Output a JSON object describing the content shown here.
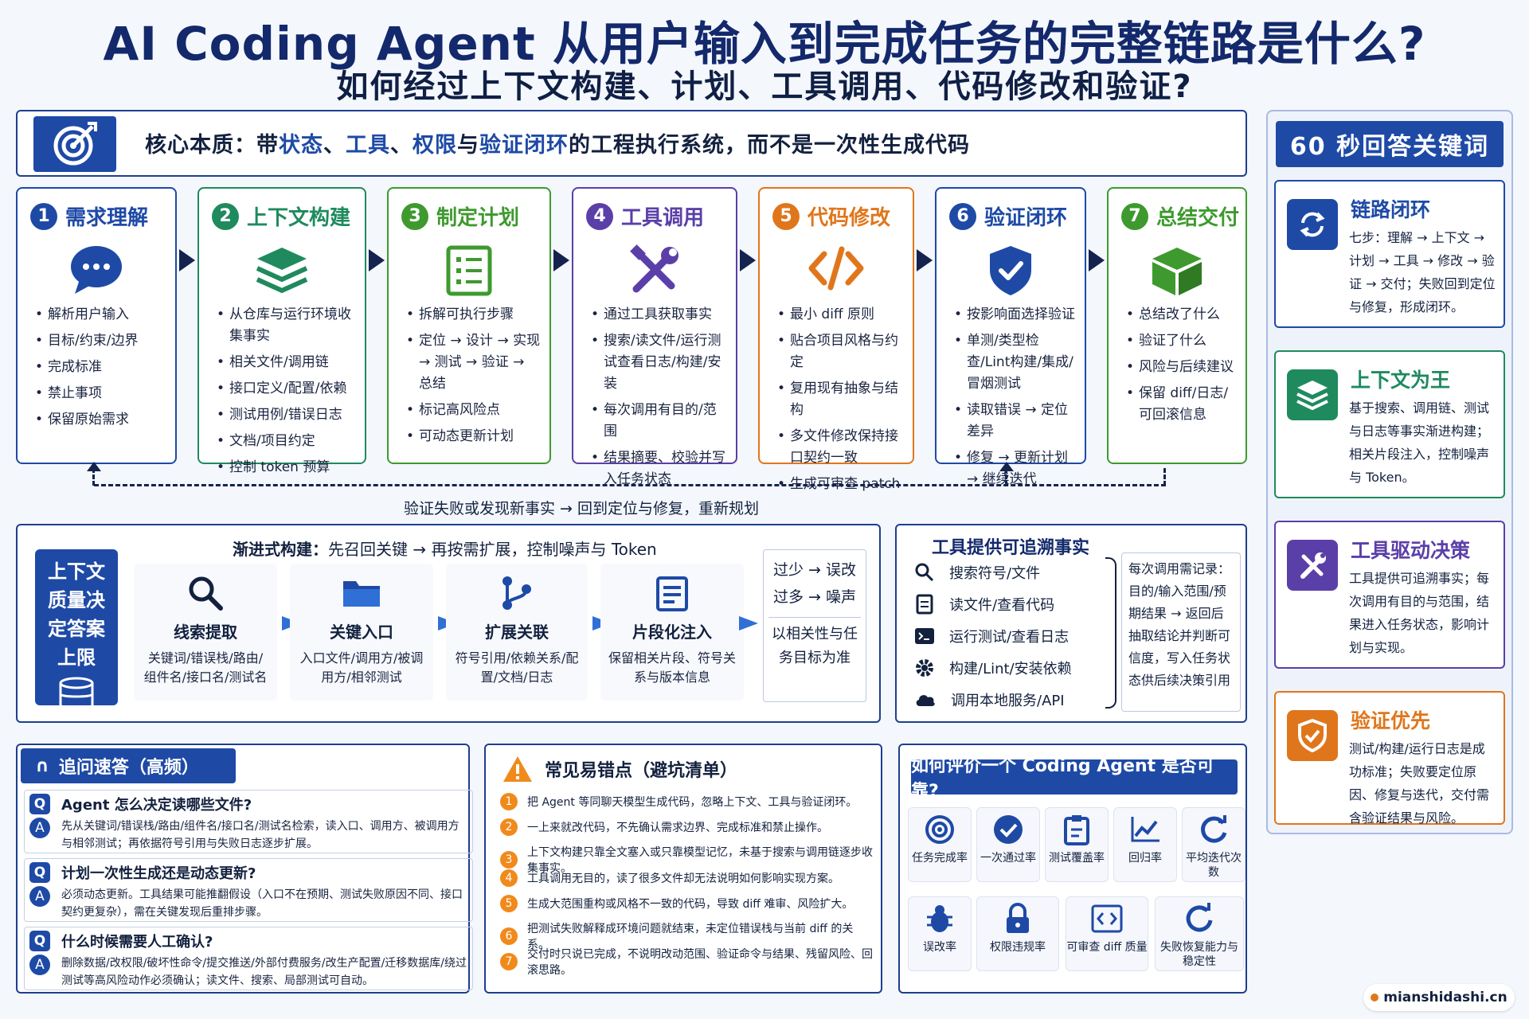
{
  "title": "AI Coding Agent 从用户输入到完成任务的完整链路是什么?",
  "subtitle": "如何经过上下文构建、计划、工具调用、代码修改和验证?",
  "core": {
    "prefix": "核心本质：带",
    "k1": "状态",
    "sep1": "、",
    "k2": "工具",
    "sep2": "、",
    "k3": "权限",
    "mid": "与",
    "k4": "验证闭环",
    "suffix": "的工程执行系统，而不是一次性生成代码"
  },
  "steps": [
    {
      "num": "1",
      "title": "需求理解",
      "color": "#1e4aa6",
      "items": [
        "解析用户输入",
        "目标/约束/边界",
        "完成标准",
        "禁止事项",
        "保留原始需求"
      ]
    },
    {
      "num": "2",
      "title": "上下文构建",
      "color": "#1f8a5e",
      "items": [
        "从仓库与运行环境收集事实",
        "相关文件/调用链",
        "接口定义/配置/依赖",
        "测试用例/错误日志",
        "文档/项目约定",
        "控制 token 预算"
      ]
    },
    {
      "num": "3",
      "title": "制定计划",
      "color": "#3e9a2e",
      "items": [
        "拆解可执行步骤",
        "定位 → 设计 → 实现 → 测试 → 验证 → 总结",
        "标记高风险点",
        "可动态更新计划"
      ]
    },
    {
      "num": "4",
      "title": "工具调用",
      "color": "#5b3fa8",
      "items": [
        "通过工具获取事实",
        "搜索/读文件/运行测试查看日志/构建/安装",
        "每次调用有目的/范围",
        "结果摘要、校验并写入任务状态"
      ]
    },
    {
      "num": "5",
      "title": "代码修改",
      "color": "#e0761b",
      "items": [
        "最小 diff 原则",
        "贴合项目风格与约定",
        "复用现有抽象与结构",
        "多文件修改保持接口契约一致",
        "生成可审查 patch"
      ]
    },
    {
      "num": "6",
      "title": "验证闭环",
      "color": "#1e4aa6",
      "items": [
        "按影响面选择验证",
        "单测/类型检查/Lint构建/集成/冒烟测试",
        "读取错误 → 定位差异",
        "修复 → 更新计划 → 继续迭代"
      ]
    },
    {
      "num": "7",
      "title": "总结交付",
      "color": "#3e9a2e",
      "items": [
        "总结改了什么",
        "验证了什么",
        "风险与后续建议",
        "保留 diff/日志/可回滚信息"
      ]
    }
  ],
  "loop_text": "验证失败或发现新事实 → 回到定位与修复，重新规划",
  "context": {
    "side": "上下文质量决定答案上限",
    "head_bold": "渐进式构建：",
    "head_rest": "先召回关键 → 再按需扩展，控制噪声与 Token",
    "cards": [
      {
        "name": "线索提取",
        "desc": "关键词/错误栈/路由/组件名/接口名/测试名"
      },
      {
        "name": "关键入口",
        "desc": "入口文件/调用方/被调用方/相邻测试"
      },
      {
        "name": "扩展关联",
        "desc": "符号引用/依赖关系/配置/文档/日志"
      },
      {
        "name": "片段化注入",
        "desc": "保留相关片段、符号关系与版本信息"
      }
    ],
    "note1": "过少 → 误改",
    "note2": "过多 → 噪声",
    "note3": "以相关性与任务目标为准"
  },
  "tools": {
    "title": "工具提供可追溯事实",
    "rows": [
      "搜索符号/文件",
      "读文件/查看代码",
      "运行测试/查看日志",
      "构建/Lint/安装依赖",
      "调用本地服务/API"
    ],
    "note": "每次调用需记录：目的/输入范围/预期结果 → 返回后抽取结论并判断可信度，写入任务状态供后续决策引用"
  },
  "faq": {
    "title": "追问速答（高频）",
    "items": [
      {
        "q": "Agent 怎么决定读哪些文件?",
        "a": "先从关键词/错误栈/路由/组件名/接口名/测试名检索，读入口、调用方、被调用方与相邻测试；再依据符号引用与失败日志逐步扩展。"
      },
      {
        "q": "计划一次性生成还是动态更新?",
        "a": "必须动态更新。工具结果可能推翻假设（入口不在预期、测试失败原因不同、接口契约更复杂），需在关键发现后重排步骤。"
      },
      {
        "q": "什么时候需要人工确认?",
        "a": "删除数据/改权限/破坏性命令/提交推送/外部付费服务/改生产配置/迁移数据库/绕过测试等高风险动作必须确认；读文件、搜索、局部测试可自动。"
      }
    ]
  },
  "mistakes": {
    "title": "常见易错点（避坑清单）",
    "items": [
      "把 Agent 等同聊天模型生成代码，忽略上下文、工具与验证闭环。",
      "一上来就改代码，不先确认需求边界、完成标准和禁止操作。",
      "上下文构建只靠全文塞入或只靠模型记忆，未基于搜索与调用链逐步收集事实。",
      "工具调用无目的，读了很多文件却无法说明如何影响实现方案。",
      "生成大范围重构或风格不一致的代码，导致 diff 难审、风险扩大。",
      "把测试失败解释成环境问题就结束，未定位错误栈与当前 diff 的关系。",
      "交付时只说已完成，不说明改动范围、验证命令与结果、残留风险、回滚思路。"
    ]
  },
  "evaluation": {
    "title": "如何评价一个 Coding Agent 是否可靠?",
    "metrics": [
      "任务完成率",
      "一次通过率",
      "测试覆盖率",
      "回归率",
      "平均迭代次数",
      "误改率",
      "权限违规率",
      "可审查 diff 质量",
      "失败恢复能力与稳定性"
    ]
  },
  "keywords": {
    "title": "60 秒回答关键词",
    "cards": [
      {
        "title": "链路闭环",
        "color": "#1e4aa6",
        "desc": "七步：理解 → 上下文 → 计划 → 工具 → 修改 → 验证 → 交付；失败回到定位与修复，形成闭环。"
      },
      {
        "title": "上下文为王",
        "color": "#1f8a5e",
        "desc": "基于搜索、调用链、测试与日志等事实渐进构建；相关片段注入，控制噪声与 Token。"
      },
      {
        "title": "工具驱动决策",
        "color": "#5b3fa8",
        "desc": "工具提供可追溯事实；每次调用有目的与范围，结果进入任务状态，影响计划与实现。"
      },
      {
        "title": "验证优先",
        "color": "#e0761b",
        "desc": "测试/构建/运行日志是成功标准；失败要定位原因、修复与迭代，交付需含验证结果与风险。"
      }
    ]
  },
  "brand": "mianshidashi.cn"
}
